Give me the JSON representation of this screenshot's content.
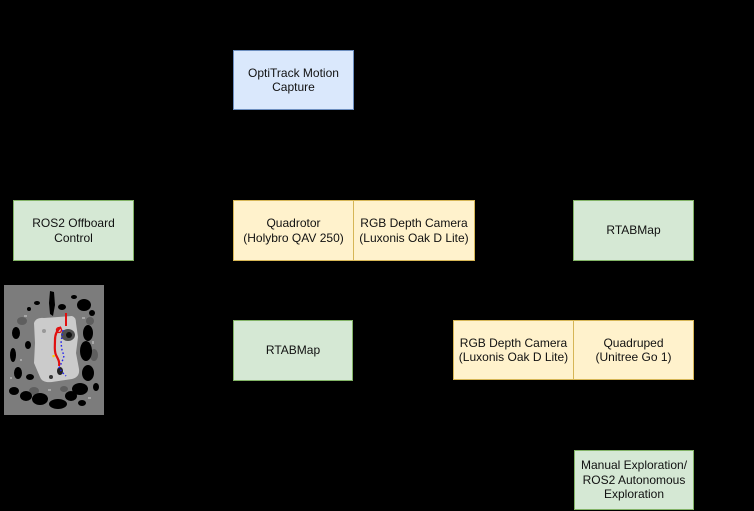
{
  "canvas": {
    "background": "#000000"
  },
  "palette": {
    "blue_fill": "#dae8fc",
    "blue_border": "#6c8ebf",
    "green_fill": "#d5e8d4",
    "green_border": "#82b366",
    "yellow_fill": "#fff2cc",
    "yellow_border": "#d6b656",
    "text": "#111111"
  },
  "nodes": [
    {
      "id": "optitrack",
      "label": "OptiTrack Motion\nCapture",
      "color": "blue"
    },
    {
      "id": "ros2-offboard",
      "label": "ROS2 Offboard\nControl",
      "color": "green"
    },
    {
      "id": "quadrotor",
      "label": "Quadrotor\n(Holybro QAV 250)",
      "color": "yellow"
    },
    {
      "id": "rgb-depth-camera-1",
      "label": "RGB Depth Camera\n(Luxonis Oak D Lite)",
      "color": "yellow"
    },
    {
      "id": "rtabmap-right",
      "label": "RTABMap",
      "color": "green"
    },
    {
      "id": "rtabmap-center",
      "label": "RTABMap",
      "color": "green"
    },
    {
      "id": "rgb-depth-camera-2",
      "label": "RGB Depth Camera\n(Luxonis Oak D Lite)",
      "color": "yellow"
    },
    {
      "id": "quadruped",
      "label": "Quadruped\n(Unitree Go 1)",
      "color": "yellow"
    },
    {
      "id": "manual-exploration",
      "label": "Manual Exploration/\nROS2 Autonomous\nExploration",
      "color": "green"
    }
  ],
  "map": {
    "colors": {
      "unknown_space": "#7c7c7c",
      "free_space": "#cbcbcb",
      "obstacles": "#000000",
      "path_primary": "#e01010",
      "path_secondary": "#2222ee",
      "marker": "#ffcc00"
    }
  }
}
